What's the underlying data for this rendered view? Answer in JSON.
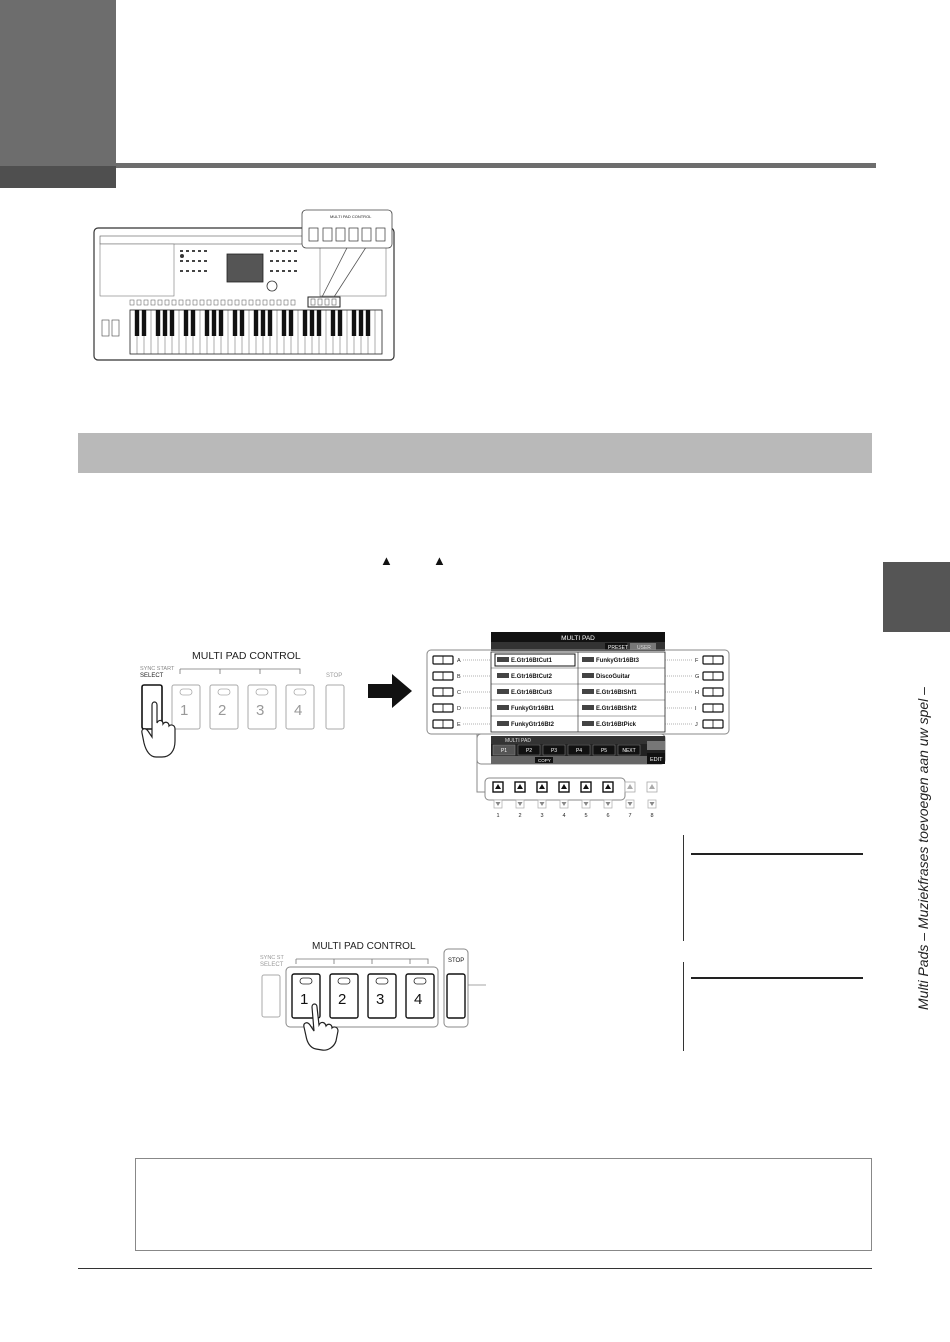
{
  "side_tab": {
    "text": "Multi Pads – Muziekfrases toevoegen aan uw spel –"
  },
  "markers": {
    "up_triangle": "▲"
  },
  "keyboard_figure": {
    "callout_label": "MULTI PAD CONTROL"
  },
  "panel_left": {
    "title": "MULTI PAD CONTROL",
    "sync_start": "SYNC START",
    "select": "SELECT",
    "pads": [
      "1",
      "2",
      "3",
      "4"
    ],
    "stop": "STOP"
  },
  "lcd": {
    "title": "MULTI PAD",
    "top_tabs": [
      "PRESET",
      "USER"
    ],
    "left_letters": [
      "A",
      "B",
      "C",
      "D",
      "E"
    ],
    "right_letters": [
      "F",
      "G",
      "H",
      "I",
      "J"
    ],
    "files_left": [
      "E.Gtr16BtCut1",
      "E.Gtr16BtCut2",
      "E.Gtr16BtCut3",
      "FunkyGtr16Bt1",
      "FunkyGtr16Bt2"
    ],
    "files_right": [
      "FunkyGtr16Bt3",
      "DiscoGuitar",
      "E.Gtr16BtShf1",
      "E.Gtr16BtShf2",
      "E.Gtr16BtPick"
    ],
    "sub_label": "MULTI PAD",
    "page_tabs": [
      "P1",
      "P2",
      "P3",
      "P4",
      "P5",
      "NEXT"
    ],
    "copy_label": "COPY",
    "edit_label": "EDIT",
    "bottom_numbers": [
      "1",
      "2",
      "3",
      "4",
      "5",
      "6",
      "7",
      "8"
    ]
  },
  "panel_right": {
    "title": "MULTI PAD CONTROL",
    "sync_start": "SYNC ST",
    "select": "SELECT",
    "pads": [
      "1",
      "2",
      "3",
      "4"
    ],
    "stop": "STOP"
  }
}
